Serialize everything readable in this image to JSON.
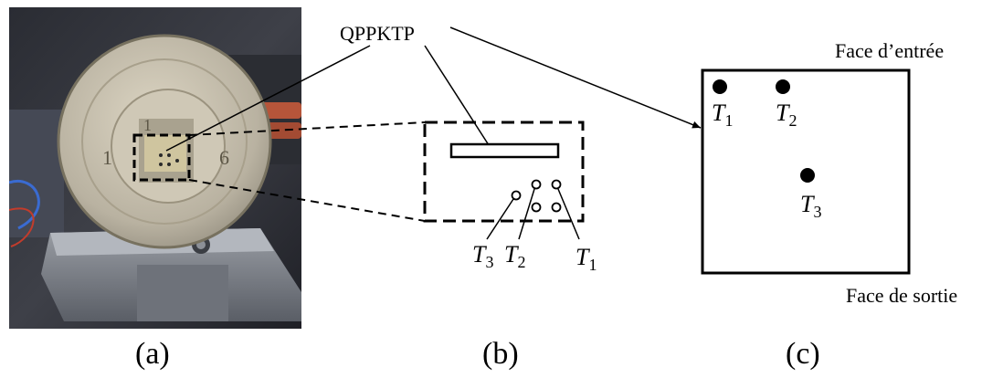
{
  "figure": {
    "qppktp_label": "QPPKTP",
    "panel_labels": [
      "(a)",
      "(b)",
      "(c)"
    ],
    "face_input_label": "Face d’entrée",
    "face_output_label": "Face de sortie",
    "photo_digits": [
      "1",
      "1",
      "6"
    ],
    "sensors_b": [
      {
        "T": "T",
        "sub": "3"
      },
      {
        "T": "T",
        "sub": "2"
      },
      {
        "T": "T",
        "sub": "1"
      }
    ],
    "sensors_c": [
      {
        "T": "T",
        "sub": "1"
      },
      {
        "T": "T",
        "sub": "2"
      },
      {
        "T": "T",
        "sub": "3"
      }
    ]
  }
}
